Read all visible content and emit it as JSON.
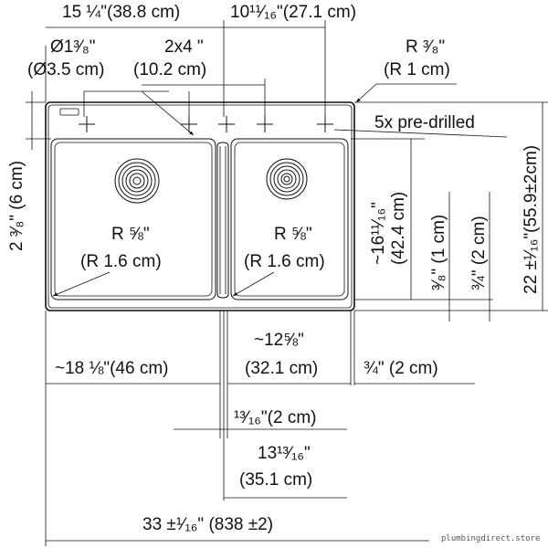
{
  "dimensions": {
    "top_left_width": "15 ¼\"(38.8 cm)",
    "top_right_width": "10¹¹⁄₁₆\"(27.1 cm)",
    "hole_dia": "Ø1³⁄₈\"",
    "hole_dia_cm": "(Ø3.5 cm)",
    "hole_spacing": "2x4 \"",
    "hole_spacing_cm": "(10.2 cm)",
    "corner_radius": "R ³⁄₈\"",
    "corner_radius_cm": "(R 1 cm)",
    "predrilled": "5x pre-drilled",
    "left_bowl_radius": "R ⅝\"",
    "left_bowl_radius_cm": "(R 1.6 cm)",
    "right_bowl_radius": "R ⅝\"",
    "right_bowl_radius_cm": "(R 1.6 cm)",
    "ledge_depth": "2 ³⁄₈\" (6 cm)",
    "bowl_depth_front": "~16¹¹⁄₁₆\"",
    "bowl_depth_front_cm": "(42.4 cm)",
    "flange_offset": "³⁄₈\" (1 cm)",
    "rim_offset": "¾\" (2 cm)",
    "overall_depth": "22 ±¹⁄₁₆\"(55.9±2cm)",
    "left_bowl_width": "~18 ⅛\"(46 cm)",
    "right_bowl_width": "~12⅝\"",
    "right_bowl_width_cm": "(32.1 cm)",
    "side_margin": "¾\" (2 cm)",
    "divider_width": "¹³⁄₁₆\"(2 cm)",
    "center_offset": "13¹³⁄₁₆\"",
    "center_offset_cm": "(35.1 cm)",
    "overall_width": "33 ±¹⁄₁₆\" (838 ±2)"
  },
  "watermark": "plumbingdirect.store"
}
